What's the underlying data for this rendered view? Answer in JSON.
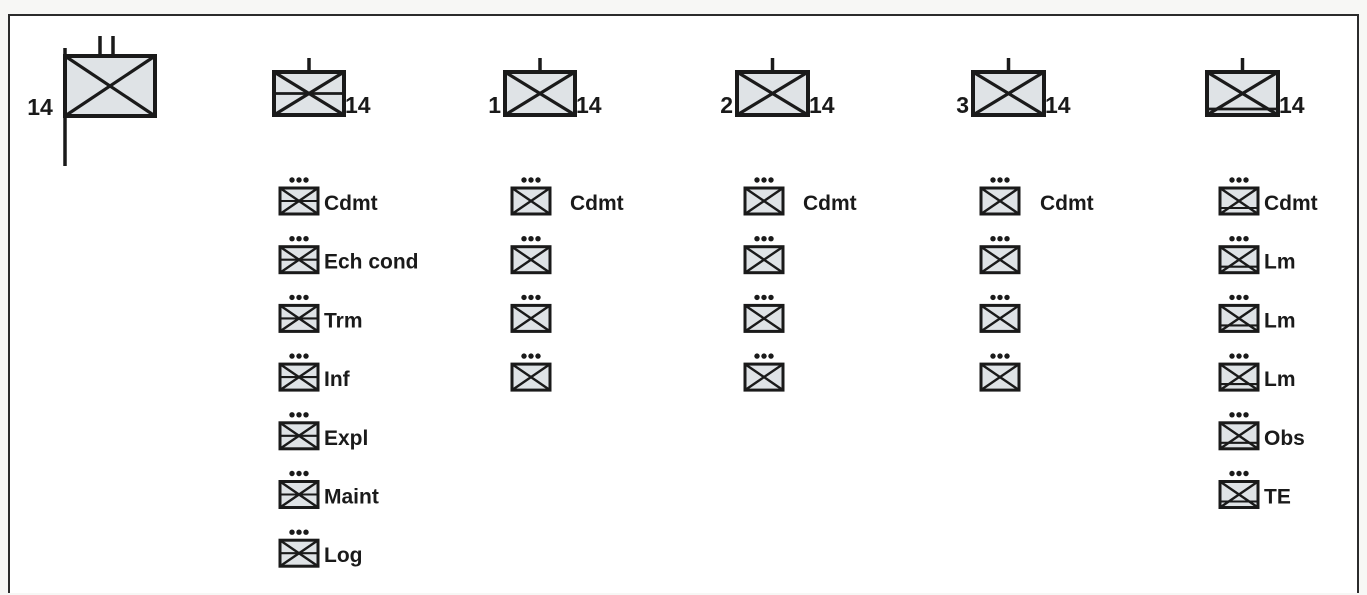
{
  "colors": {
    "symbol_fill": "#dfe3e6",
    "line": "#1a1a1a",
    "background": "#ffffff"
  },
  "headquarters": {
    "designation": "14"
  },
  "columns": [
    {
      "prefix": "",
      "suffix": "14",
      "variant": "cross",
      "units": [
        "Cdmt",
        "Ech cond",
        "Trm",
        "Inf",
        "Expl",
        "Maint",
        "Log"
      ]
    },
    {
      "prefix": "1",
      "suffix": "14",
      "variant": "plain",
      "units": [
        "Cdmt",
        "",
        "",
        ""
      ]
    },
    {
      "prefix": "2",
      "suffix": "14",
      "variant": "plain",
      "units": [
        "Cdmt",
        "",
        "",
        ""
      ]
    },
    {
      "prefix": "3",
      "suffix": "14",
      "variant": "plain",
      "units": [
        "Cdmt",
        "",
        "",
        ""
      ]
    },
    {
      "prefix": "",
      "suffix": "14",
      "variant": "recon",
      "units": [
        "Cdmt",
        "Lm",
        "Lm",
        "Lm",
        "Obs",
        "TE"
      ]
    }
  ]
}
